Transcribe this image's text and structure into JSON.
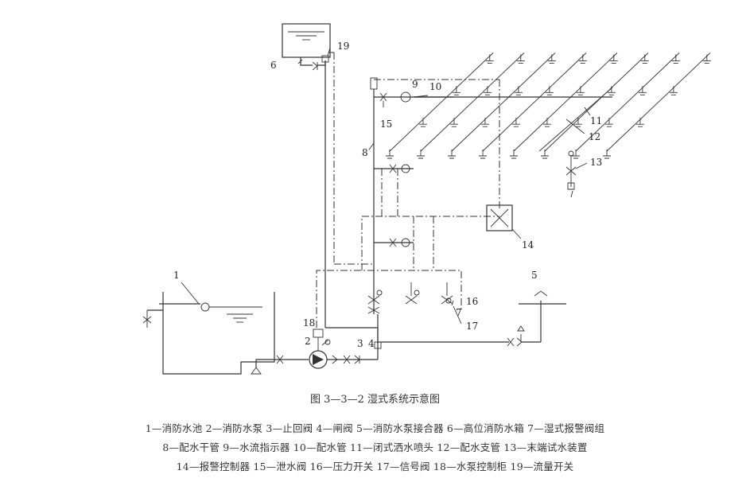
{
  "labels": {
    "n1": "1",
    "n2": "2",
    "n3": "3",
    "n4": "4",
    "n5": "5",
    "n6": "6",
    "n7": "7",
    "n8": "8",
    "n9": "9",
    "n10": "10",
    "n11": "11",
    "n12": "12",
    "n13": "13",
    "n14": "14",
    "n15": "15",
    "n16": "16",
    "n17": "17",
    "n18": "18",
    "n19": "19"
  },
  "caption": "图 3—3—2   湿式系统示意图",
  "legend": [
    "1—消防水池   2—消防水泵   3—止回阀   4—闸阀   5—消防水泵接合器   6—高位消防水箱   7—湿式报警阀组",
    "8—配水干管   9—水流指示器   10—配水管   11—闭式洒水喷头   12—配水支管   13—末端试水装置",
    "14—报警控制器   15—泄水阀   16—压力开关   17—信号阀   18—水泵控制柜   19—流量开关"
  ]
}
